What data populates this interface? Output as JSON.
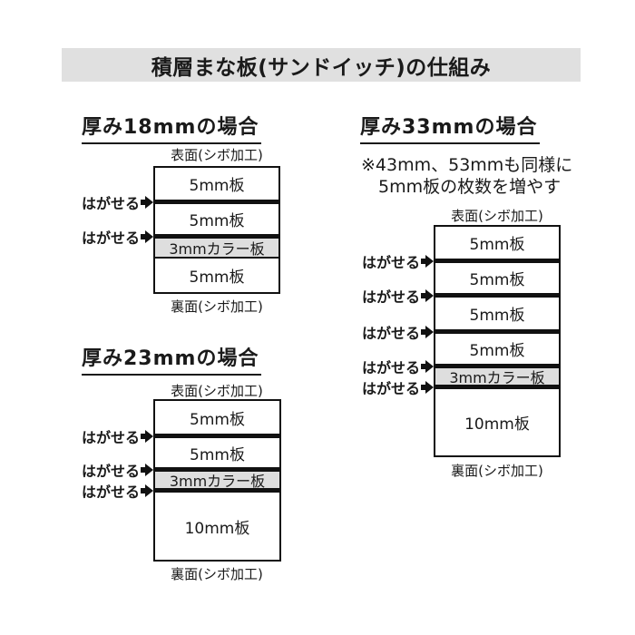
{
  "title": "積層まな板(サンドイッチ)の仕組み",
  "labels": {
    "front": "表面(シボ加工)",
    "back": "裏面(シボ加工)",
    "peel": "はがせる"
  },
  "colors": {
    "title_bar_bg": "#e0e0e0",
    "color_layer_bg": "#dedede",
    "line": "#111111",
    "text": "#1a1a1a"
  },
  "diagrams": [
    {
      "id": "18mm",
      "heading": "厚み18mmの場合",
      "layers": [
        {
          "label": "5mm板"
        },
        {
          "label": "5mm板"
        },
        {
          "label": "3mmカラー板"
        },
        {
          "label": "5mm板"
        }
      ],
      "peel_count": 2
    },
    {
      "id": "23mm",
      "heading": "厚み23mmの場合",
      "layers": [
        {
          "label": "5mm板"
        },
        {
          "label": "5mm板"
        },
        {
          "label": "3mmカラー板"
        },
        {
          "label": "10mm板"
        }
      ],
      "peel_count": 3
    },
    {
      "id": "33mm",
      "heading": "厚み33mmの場合",
      "note": {
        "line1": "※43mm、53mmも同様に",
        "line2": "5mm板の枚数を増やす"
      },
      "layers": [
        {
          "label": "5mm板"
        },
        {
          "label": "5mm板"
        },
        {
          "label": "5mm板"
        },
        {
          "label": "5mm板"
        },
        {
          "label": "3mmカラー板"
        },
        {
          "label": "10mm板"
        }
      ],
      "peel_count": 5
    }
  ]
}
